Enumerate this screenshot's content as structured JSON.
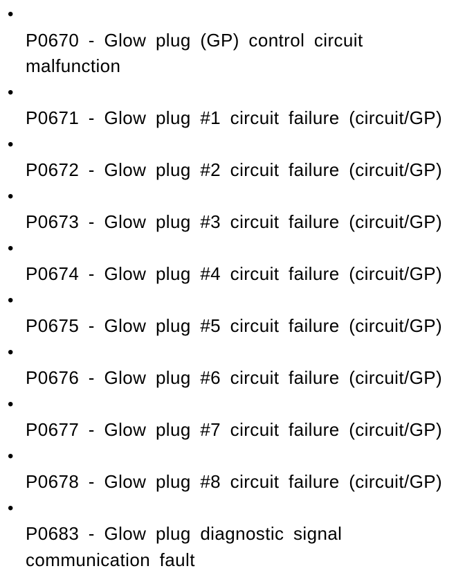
{
  "doc": {
    "background_color": "#ffffff",
    "text_color": "#000000",
    "bullet_glyph": "•",
    "items": [
      {
        "text": "P0670 - Glow plug (GP) control circuit\nmalfunction"
      },
      {
        "text": "P0671 - Glow plug #1 circuit failure (circuit/GP)"
      },
      {
        "text": "P0672 - Glow plug #2 circuit failure (circuit/GP)"
      },
      {
        "text": "P0673 - Glow plug #3 circuit failure (circuit/GP)"
      },
      {
        "text": "P0674 - Glow plug #4 circuit failure (circuit/GP)"
      },
      {
        "text": "P0675 - Glow plug #5 circuit failure (circuit/GP)"
      },
      {
        "text": "P0676 - Glow plug #6 circuit failure (circuit/GP)"
      },
      {
        "text": "P0677 - Glow plug #7 circuit failure (circuit/GP)"
      },
      {
        "text": "P0678 - Glow plug #8 circuit failure (circuit/GP)"
      },
      {
        "text": "P0683 - Glow plug diagnostic signal\ncommunication fault"
      }
    ]
  }
}
